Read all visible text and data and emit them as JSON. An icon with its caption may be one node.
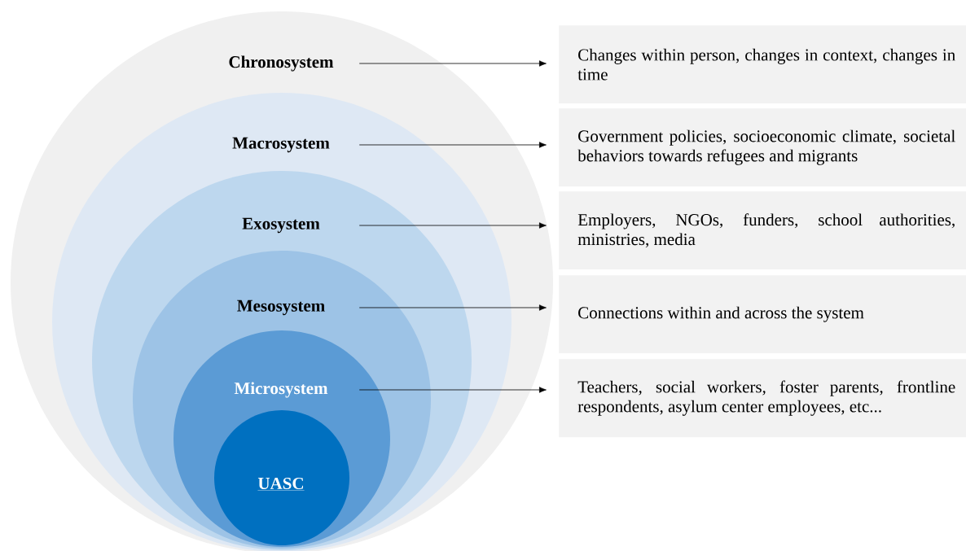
{
  "diagram": {
    "nodes": [
      {
        "text": [
          "Chronosystem"
        ]
      },
      {
        "text": [
          "Macrosystem"
        ],
        "in": 0
      },
      {
        "text": [
          "Exosystem"
        ],
        "in": 1
      },
      {
        "text": [
          "Mesosystem"
        ],
        "in": 2
      },
      {
        "text": [
          "Microsystem"
        ],
        "in": 3
      },
      {
        "text": [
          "UASC"
        ],
        "in": 4
      },
      {
        "text": [
          "Changes within person, changes in context, changes in time"
        ]
      },
      {
        "text": [
          "Government policies, socioeconomic climate, societal behaviors towards refugees and migrants"
        ]
      },
      {
        "text": [
          "Employers, NGOs, funders, school authorities, ministries, media"
        ]
      },
      {
        "text": [
          "Connections within and across the system"
        ]
      },
      {
        "text": [
          "Teachers, social workers, foster parents, frontline respondents, asylum center employees, etc..."
        ]
      }
    ],
    "edges": [
      {
        "from": 0,
        "to": 6,
        "arrow": "to"
      },
      {
        "from": 1,
        "to": 7,
        "arrow": "to"
      },
      {
        "from": 2,
        "to": 8,
        "arrow": "to"
      },
      {
        "from": 3,
        "to": 9,
        "arrow": "to"
      },
      {
        "from": 4,
        "to": 10,
        "arrow": "to"
      }
    ]
  }
}
